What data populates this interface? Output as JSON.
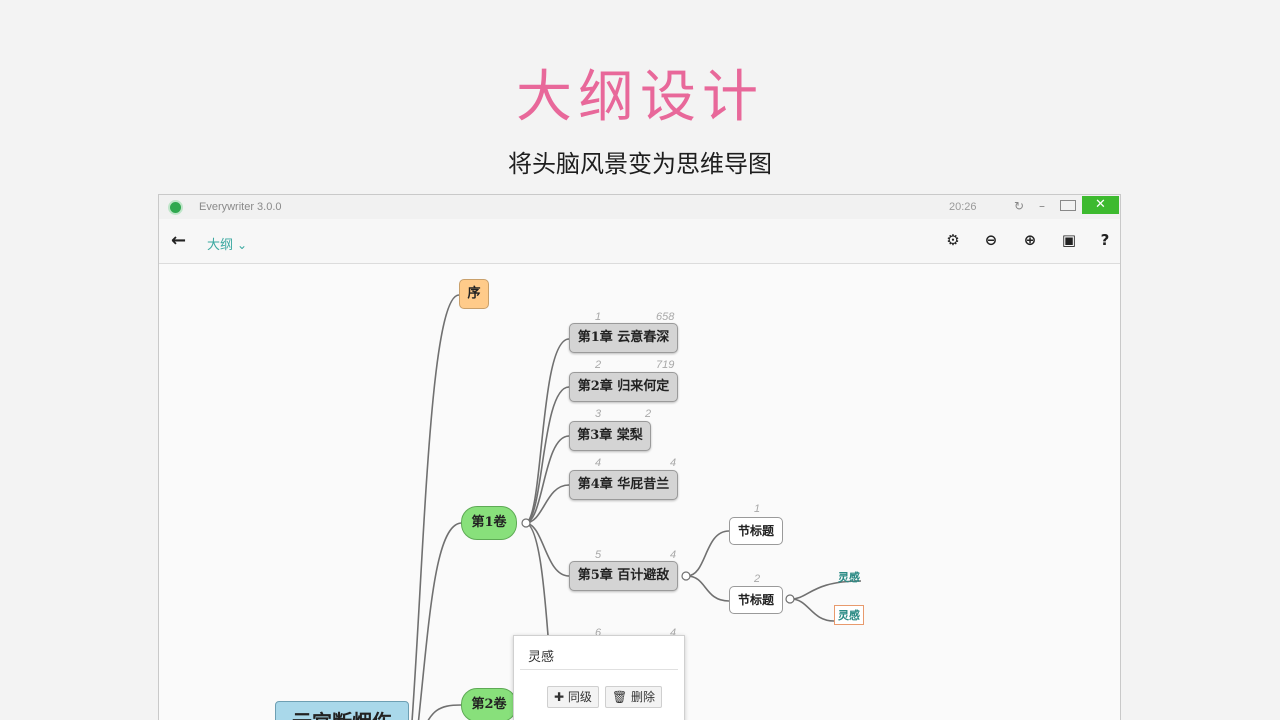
{
  "hero": {
    "title": "大纲设计",
    "subtitle": "将头脑风景变为思维导图"
  },
  "app": {
    "name": "Everywriter  3.0.0",
    "clock": "20:26",
    "window_buttons": {
      "refresh": "↻",
      "minimize": "–",
      "close": "✕"
    }
  },
  "toolbar": {
    "back_icon": "←",
    "mode_label": "大纲",
    "mode_chevron": "⌄",
    "tools": [
      "gear-icon",
      "zoom-out-icon",
      "zoom-in-icon",
      "save-icon",
      "help-icon"
    ],
    "tool_glyphs": [
      "⚙",
      "⊖",
      "⊕",
      "▣",
      "?"
    ]
  },
  "mindmap": {
    "root": "云宫断烟伤",
    "preface": "序",
    "volumes": [
      "第1卷",
      "第2卷"
    ],
    "chapters": [
      {
        "label": "第1章 云意春深",
        "index": "1",
        "count": "658"
      },
      {
        "label": "第2章 归来何定",
        "index": "2",
        "count": "719"
      },
      {
        "label": "第3章 棠梨",
        "index": "3",
        "count": "2"
      },
      {
        "label": "第4章 华屁昔兰",
        "index": "4",
        "count": "4"
      },
      {
        "label": "第5章 百计避敌",
        "index": "5",
        "count": "4"
      }
    ],
    "next_chapter_index": "6",
    "next_chapter_count": "4",
    "sections": [
      {
        "label": "节标题",
        "index": "1"
      },
      {
        "label": "节标题",
        "index": "2"
      }
    ],
    "inspirations": [
      "灵感",
      "灵感"
    ]
  },
  "popup": {
    "title": "灵感",
    "add_label": "✚ 同级",
    "delete_label": "🗑 删除"
  }
}
